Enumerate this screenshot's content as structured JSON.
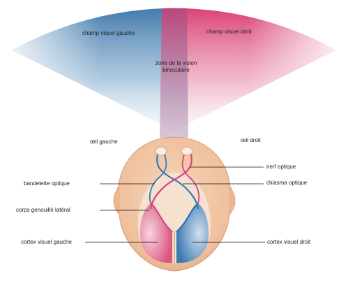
{
  "labels": {
    "left_field": "champ visuel gauche",
    "right_field": "champ visuel droit",
    "binocular_line1": "zone de la vision",
    "binocular_line2": "binoculaire",
    "left_eye": "œil gauche",
    "right_eye": "œil droit",
    "optic_nerve": "nerf optique",
    "optic_tract": "bandelette optique",
    "optic_chiasm": "chiasma optique",
    "lateral_geniculate": "corps genouillé latéral",
    "left_cortex": "cortex visuel gauche",
    "right_cortex": "cortex visuel droit"
  },
  "colors": {
    "left_side": "#3d78ad",
    "right_side": "#dc4a78",
    "skin": "#f1c9a8",
    "brain_center": "#f5e3d2"
  }
}
